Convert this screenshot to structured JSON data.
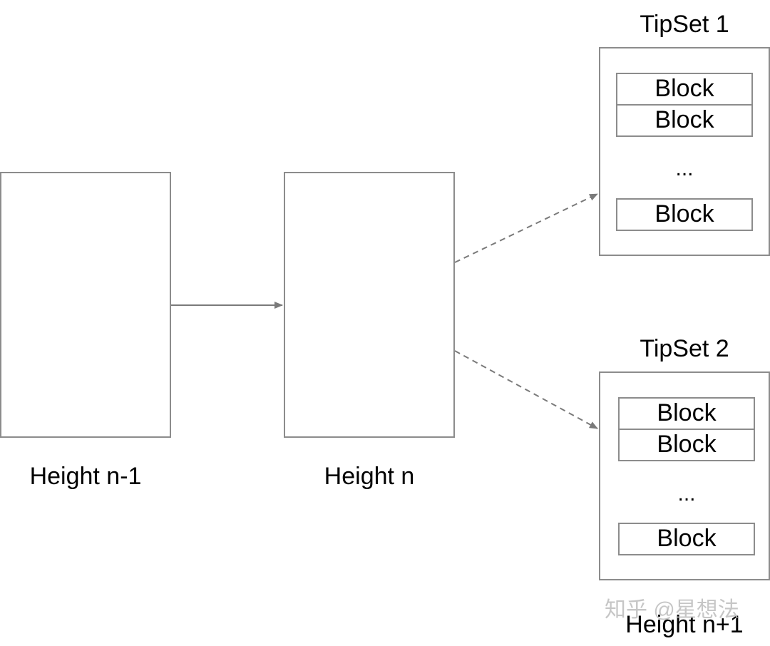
{
  "heights": {
    "prev": "Height n-1",
    "current": "Height n",
    "next": "Height n+1"
  },
  "tipsets": [
    {
      "title": "TipSet 1",
      "blocks": [
        "Block",
        "Block",
        "Block"
      ],
      "ellipsis": "..."
    },
    {
      "title": "TipSet 2",
      "blocks": [
        "Block",
        "Block",
        "Block"
      ],
      "ellipsis": "..."
    }
  ],
  "watermark": "知乎 @星想法",
  "colors": {
    "stroke": "#8c8c8c",
    "arrow": "#7a7a7a",
    "text": "#000000"
  }
}
